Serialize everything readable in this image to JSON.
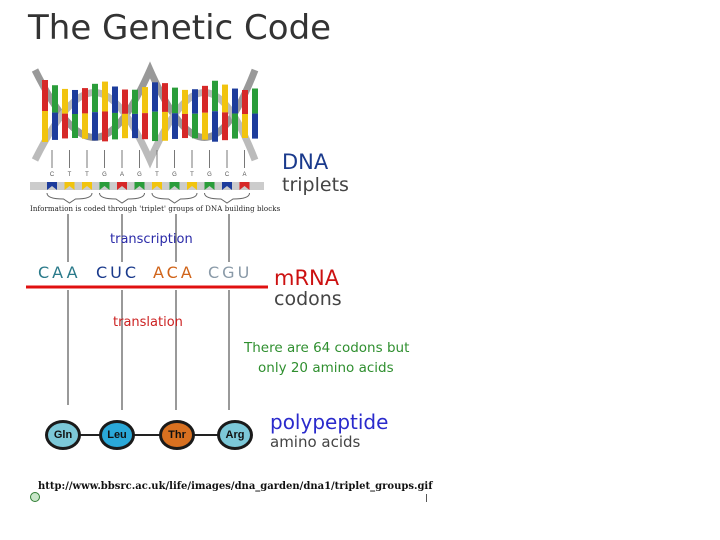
{
  "title": "The Genetic Code",
  "diagram": {
    "caption": "Information is coded through 'triplet' groups of DNA building blocks",
    "dna_label": "DNA",
    "triplets_label": "triplets",
    "transcription_label": "transcription",
    "mrna_label": "mRNA",
    "codons_label": "codons",
    "translation_label": "translation",
    "note_line1": "There are 64 codons but",
    "note_line2": "only 20 amino acids",
    "polypeptide_label": "polypeptide",
    "amino_acids_label": "amino acids",
    "codons": [
      "CAA",
      "CUC",
      "ACA",
      "CGU"
    ],
    "amino_acids": [
      "Gln",
      "Leu",
      "Thr",
      "Arg"
    ],
    "dna_bases": [
      "C",
      "T",
      "T",
      "G",
      "A",
      "G",
      "T",
      "G",
      "T",
      "G",
      "C",
      "A"
    ],
    "url": "http://www.bbsrc.ac.uk/life/images/dna_garden/dna1/triplet_groups.gif"
  },
  "colors": {
    "dna_blue": "#1a3a8c",
    "mrna_red": "#cc1111",
    "note_green": "#2f8f2f",
    "polypeptide_blue": "#2a2acc"
  }
}
